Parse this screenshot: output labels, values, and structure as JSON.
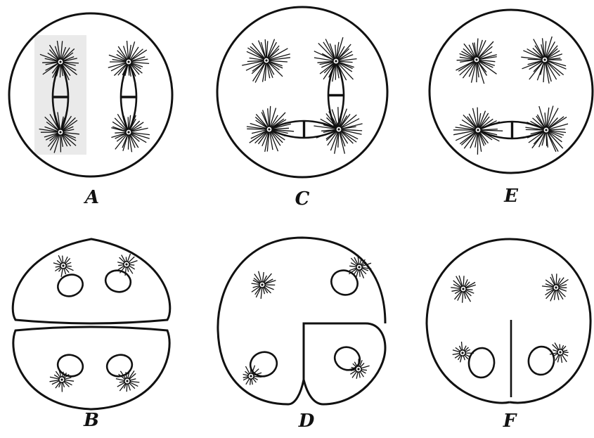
{
  "figure": {
    "panels": [
      {
        "id": "A",
        "label": "A",
        "stage": "metaphase-two-spindles"
      },
      {
        "id": "B",
        "label": "B",
        "stage": "cleavage-horizontal"
      },
      {
        "id": "C",
        "label": "C",
        "stage": "two-spindles-one-horizontal"
      },
      {
        "id": "D",
        "label": "D",
        "stage": "partial-cleavage"
      },
      {
        "id": "E",
        "label": "E",
        "stage": "one-spindle-two-free-asters"
      },
      {
        "id": "F",
        "label": "F",
        "stage": "single-furrow"
      }
    ],
    "colors": {
      "ink": "#111111",
      "shade": "#d9d9d9",
      "background": "#ffffff"
    }
  }
}
